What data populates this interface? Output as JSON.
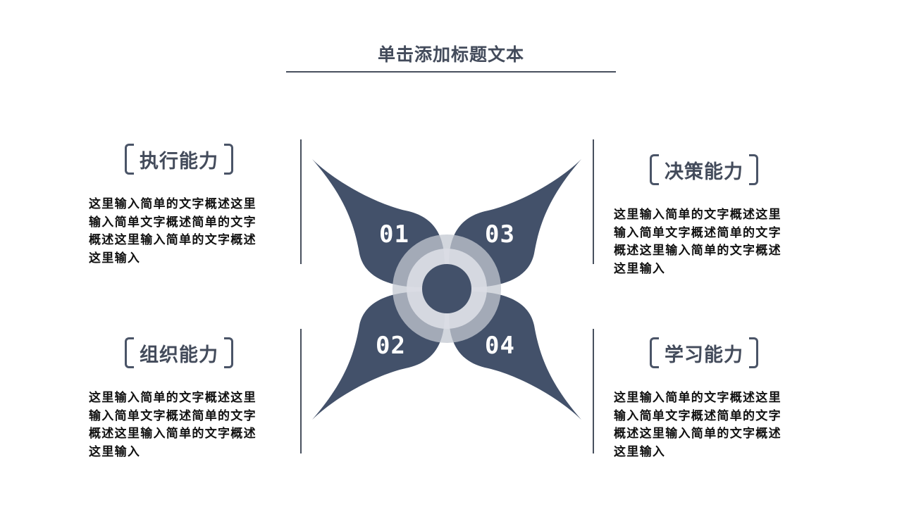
{
  "title": "单击添加标题文本",
  "colors": {
    "primary": "#43516a",
    "line": "#48505e",
    "heading_text": "#434b5b",
    "body_text": "#111111"
  },
  "center": {
    "items": [
      {
        "number": "01",
        "position": "top-left"
      },
      {
        "number": "02",
        "position": "bottom-left"
      },
      {
        "number": "03",
        "position": "top-right"
      },
      {
        "number": "04",
        "position": "bottom-right"
      }
    ]
  },
  "sections": [
    {
      "id": "01",
      "heading": "执行能力",
      "lines": [
        "这里输入简单的文字概述这里",
        "输入简单文字概述简单的文字",
        "概述这里输入简单的文字概述",
        "这里输入"
      ]
    },
    {
      "id": "02",
      "heading": "组织能力",
      "lines": [
        "这里输入简单的文字概述这里",
        "输入简单文字概述简单的文字",
        "概述这里输入简单的文字概述",
        "这里输入"
      ]
    },
    {
      "id": "03",
      "heading": "决策能力",
      "lines": [
        "这里输入简单的文字概述这里",
        "输入简单文字概述简单的文字",
        "概述这里输入简单的文字概述",
        "这里输入"
      ]
    },
    {
      "id": "04",
      "heading": "学习能力",
      "lines": [
        "这里输入简单的文字概述这里",
        "输入简单文字概述简单的文字",
        "概述这里输入简单的文字概述",
        "这里输入"
      ]
    }
  ]
}
